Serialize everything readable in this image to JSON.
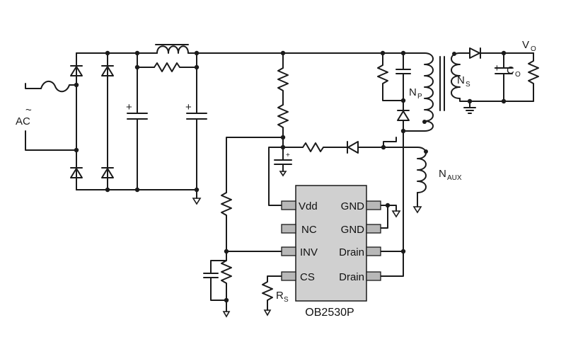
{
  "labels": {
    "ac": "AC",
    "ac_symbol": "~",
    "vo_main": "V",
    "vo_sub": "O",
    "co_main": "C",
    "co_sub": "O",
    "ns_main": "N",
    "ns_sub": "S",
    "np_main": "N",
    "np_sub": "P",
    "naux_main": "N",
    "naux_sub": "AUX",
    "rs_main": "R",
    "rs_sub": "S",
    "plus": "+"
  },
  "chip": {
    "name": "OB2530P",
    "left_pins": [
      "Vdd",
      "NC",
      "INV",
      "CS"
    ],
    "right_pins": [
      "GND",
      "GND",
      "Drain",
      "Drain"
    ],
    "color": "#d0d0d0"
  }
}
